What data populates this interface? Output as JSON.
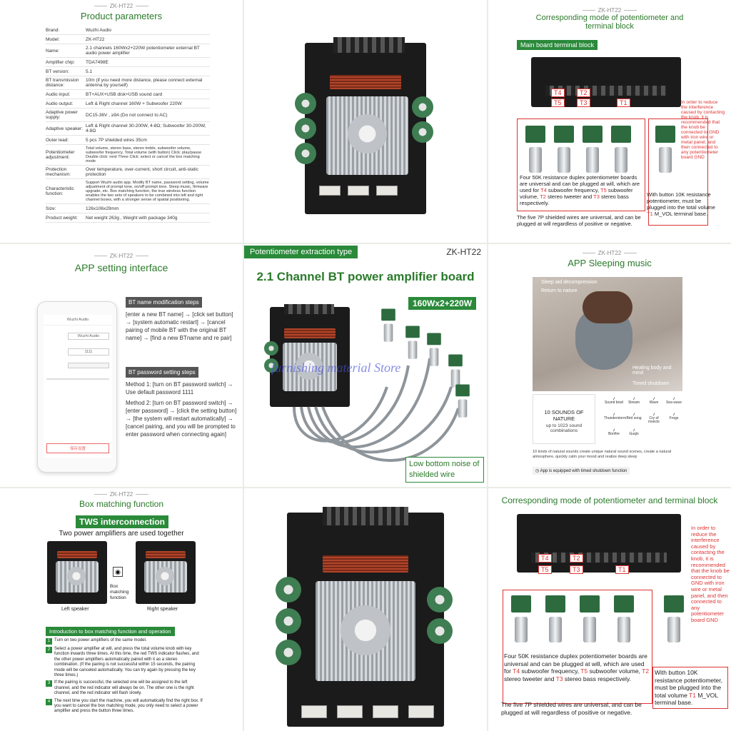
{
  "model": "ZK-HT22",
  "panel1": {
    "title": "Product parameters",
    "rows": [
      {
        "k": "Brand:",
        "v": "Wuzhi Audio"
      },
      {
        "k": "Model:",
        "v": "ZK-HT22"
      },
      {
        "k": "Name:",
        "v": "2.1 channels 160Wx2+220W potentiometer external BT audio power amplifier"
      },
      {
        "k": "Amplifier chip:",
        "v": "TDA7498E"
      },
      {
        "k": "BT version:",
        "v": "5.1"
      },
      {
        "k": "BT transmission distance:",
        "v": "10m (if you need more distance, please connect external antenna by yourself)"
      },
      {
        "k": "Audio input:",
        "v": "BT+AUX+USB disk+USB sound card"
      },
      {
        "k": "Audio output:",
        "v": "Left & Right channel 160W + Subwoofer 220W"
      },
      {
        "k": "Adaptive power supply:",
        "v": "DC15-36V , ≥9A (Do not connect to AC)"
      },
      {
        "k": "Adaptive speaker:",
        "v": "Left & Right channel 30-200W, 4-8Ω; Subwoofer 30-200W, 4-8Ω"
      },
      {
        "k": "Outer lead:",
        "v": "5 pcs 7P shielded wires 35cm"
      },
      {
        "k": "Potentiometer adjustment:",
        "v": "Total volume, stereo bass, stereo treble, subwoofer volume, subwoofer frequency. Total volume (with button) Click: play/pause Double click: next Three Click: select or cancel the box matching mode"
      },
      {
        "k": "Protection mechanism:",
        "v": "Over temperature, over-current, short circuit, anti-static protection"
      },
      {
        "k": "Characteristic function:",
        "v": "Support Wuzhi audio app. Modify BT name, password setting, volume adjustment of prompt tone, on/off prompt tone. Sleep music, firmware upgrade, etc. Box matching function, the true wireless function enables the two sets of speakers to be combined into left and right channel boxes, with a stronger sense of spatial positioning."
      },
      {
        "k": "Size:",
        "v": "126x106x29mm"
      },
      {
        "k": "Product weight:",
        "v": "Net weight 263g , Weight with package 340g"
      }
    ]
  },
  "panel3": {
    "title": "Corresponding mode of potentiometer and terminal block",
    "badge": "Main board terminal block",
    "labels": [
      "T4",
      "T2",
      "T5",
      "T3",
      "T1"
    ],
    "note": "In order to reduce the interference caused by contacting the knob, it is recommended that the knob be connected to GND with iron wire or metal panel, and then connected to any potentiometer board GND",
    "desc1": [
      "Four 50K resistance duplex potentiometer boards are universal and can be plugged at will, which are used for ",
      "T4",
      " subwoofer frequency, ",
      "T5",
      " subwoofer volume, ",
      "T2",
      " stereo tweeter and ",
      "T3",
      " stereo bass respectively."
    ],
    "desc2": [
      "With button 10K resistance potentiometer, must be plugged into the total volume ",
      "T1",
      " M_VOL terminal base."
    ],
    "desc3": "The five 7P shielded wires are universal, and can be plugged at will regardless of positive or negative."
  },
  "panel4": {
    "title": "APP setting interface",
    "app_title": "Wuzhi Audio",
    "app_name_value": "Wuzhi Audio",
    "app_pass_value": "1111",
    "app_button": "保存设置",
    "h1": "BT name modification steps",
    "s1": "[enter a new BT name] → [click set button] → [system automatic restart] → [cancel pairing of mobile BT with the original BT name] → [find a new BTname and re pair]",
    "h2": "BT password setting steps",
    "m1": "Method 1: [turn on BT password switch] → Use default password 1111",
    "m2": "Method 2: [turn on BT password switch] → [enter password] → [click the setting button] → [the system will restart automatically] → [cancel pairing, and you will be prompted to enter password when connecting again]"
  },
  "panel5": {
    "badge": "Potentiometer extraction type",
    "headline": "2.1 Channel BT power amplifier board",
    "power": "160Wx2+220W",
    "noise": "Low bottom noise of shielded wire",
    "watermark": "furnishing material Store"
  },
  "panel6": {
    "title": "APP Sleeping music",
    "menu1": "Sleep aid decompression",
    "menu2": "Return to nature",
    "heal1": "Healing body and mind",
    "heal2": "Timed shutdown",
    "sounds_title": "10 SOUNDS OF NATURE",
    "sounds_sub": "up to 1023 sound combinations",
    "sounds": [
      "Sound bowl",
      "Stream",
      "Wave",
      "Sea wave",
      "Thunderstorm",
      "Bird song",
      "Cry of insects",
      "Frogs",
      "Bonfire",
      "Guqin"
    ],
    "caption": "10 kinds of natural sounds create unique natural sound scenes, create a natural atmosphere, quickly calm your mood and realize deep sleep",
    "timed": "App is equipped with timed shutdown function"
  },
  "panel7": {
    "title": "Box matching function",
    "badge": "TWS interconnection",
    "sub": "Two power amplifiers are used together",
    "mid": "Box matching function",
    "left": "Left speaker",
    "right": "Right speaker",
    "bar": "Introduction to box matching function and operation",
    "steps": [
      "Turn on two power amplifiers of the same model.",
      "Select a power amplifier at will, and press the total volume knob with key function inwards three times. At this time, the red TWS indicator flashes, and the other power amplifiers automatically paired with it as a stereo combination. (If the pairing is not successful within 15 seconds, the pairing mode will be canceled automatically. You can try again by pressing the key three times.)",
      "If the pairing is successful, the selected one will be assigned to the left channel, and the red indicator will always be on. The other one is the right channel, and the red indicator will flash slowly.",
      "The next time you start the machine, you will automatically find the right box. If you want to cancel the box matching mode, you only need to select a power amplifier and press the button three times."
    ]
  },
  "panel9": {
    "title": "Corresponding mode of potentiometer and terminal block",
    "labels": [
      "T4",
      "T2",
      "T5",
      "T3",
      "T1"
    ],
    "note": "In order to reduce the interference caused by contacting the knob, it is recommended that the knob be connected to GND with iron wire or metal panel, and then connected to any potentiometer board GND",
    "desc1": [
      "Four 50K resistance duplex potentiometer boards are universal and can be plugged at will, which are used for ",
      "T4",
      " subwoofer frequency, ",
      "T5",
      " subwoofer volume, ",
      "T2",
      " stereo tweeter and ",
      "T3",
      " stereo bass respectively."
    ],
    "desc2": [
      "With button 10K resistance potentiometer, must be plugged into the total volume ",
      "T1",
      " M_VOL terminal base."
    ],
    "desc3": "The five 7P shielded wires are universal, and can be plugged at will regardless of positive or negative."
  }
}
